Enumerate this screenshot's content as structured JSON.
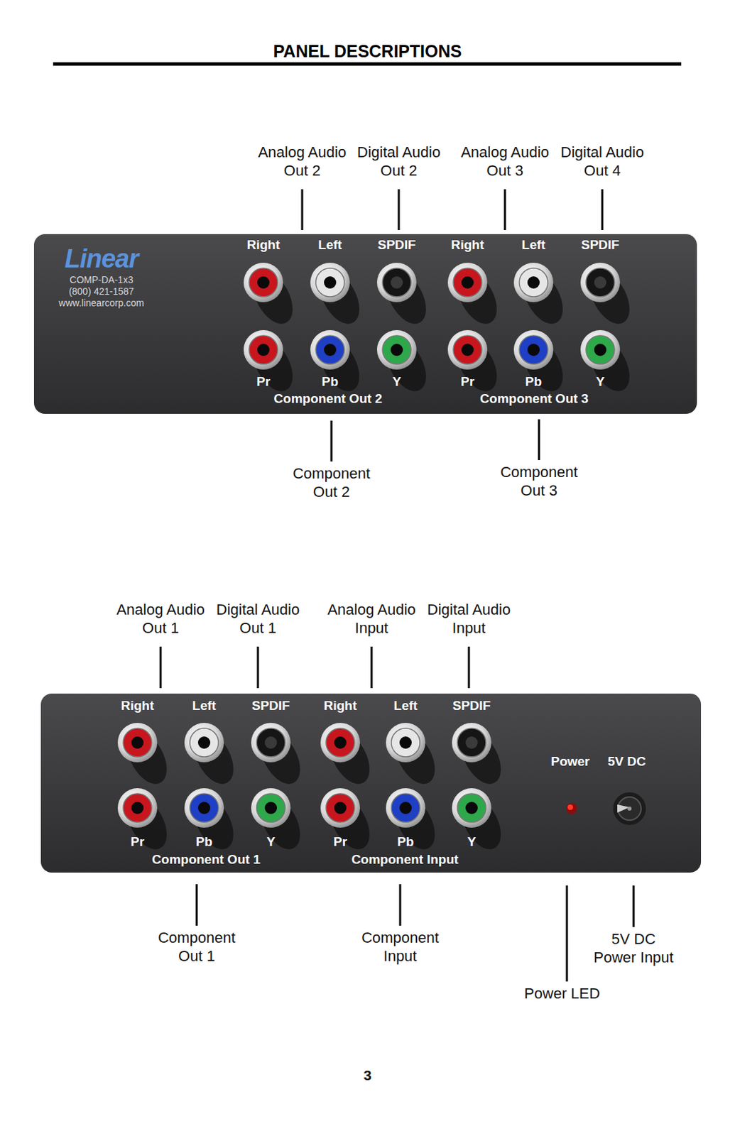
{
  "diagram": {
    "title": "PANEL DESCRIPTIONS",
    "nodes": [
      {
        "text": [
          "Linear",
          "COMP-DA-1x3",
          "(800) 421-1587",
          "www.linearcorp.com",
          "Right",
          "Left",
          "SPDIF",
          "Right",
          "Left",
          "SPDIF",
          "Pr",
          "Pb",
          "Y",
          "Component Out 2",
          "Pr",
          "Pb",
          "Y",
          "Component Out 3"
        ]
      },
      {
        "text": [
          "Right",
          "Left",
          "SPDIF",
          "Right",
          "Left",
          "SPDIF",
          "Pr",
          "Pb",
          "Y",
          "Component Out 1",
          "Pr",
          "Pb",
          "Y",
          "Component Input",
          "Power",
          "5V DC"
        ]
      }
    ],
    "edges": [],
    "labels": [
      "Analog Audio Out 2",
      "Digital Audio Out 2",
      "Analog Audio Out 3",
      "Digital Audio Out 4",
      "Component Out 2",
      "Component Out 3",
      "Analog Audio Out 1",
      "Digital Audio Out 1",
      "Analog Audio Input",
      "Digital Audio Input",
      "Component Out 1",
      "Component Input",
      "5V DC Power Input",
      "Power LED",
      "3"
    ]
  }
}
